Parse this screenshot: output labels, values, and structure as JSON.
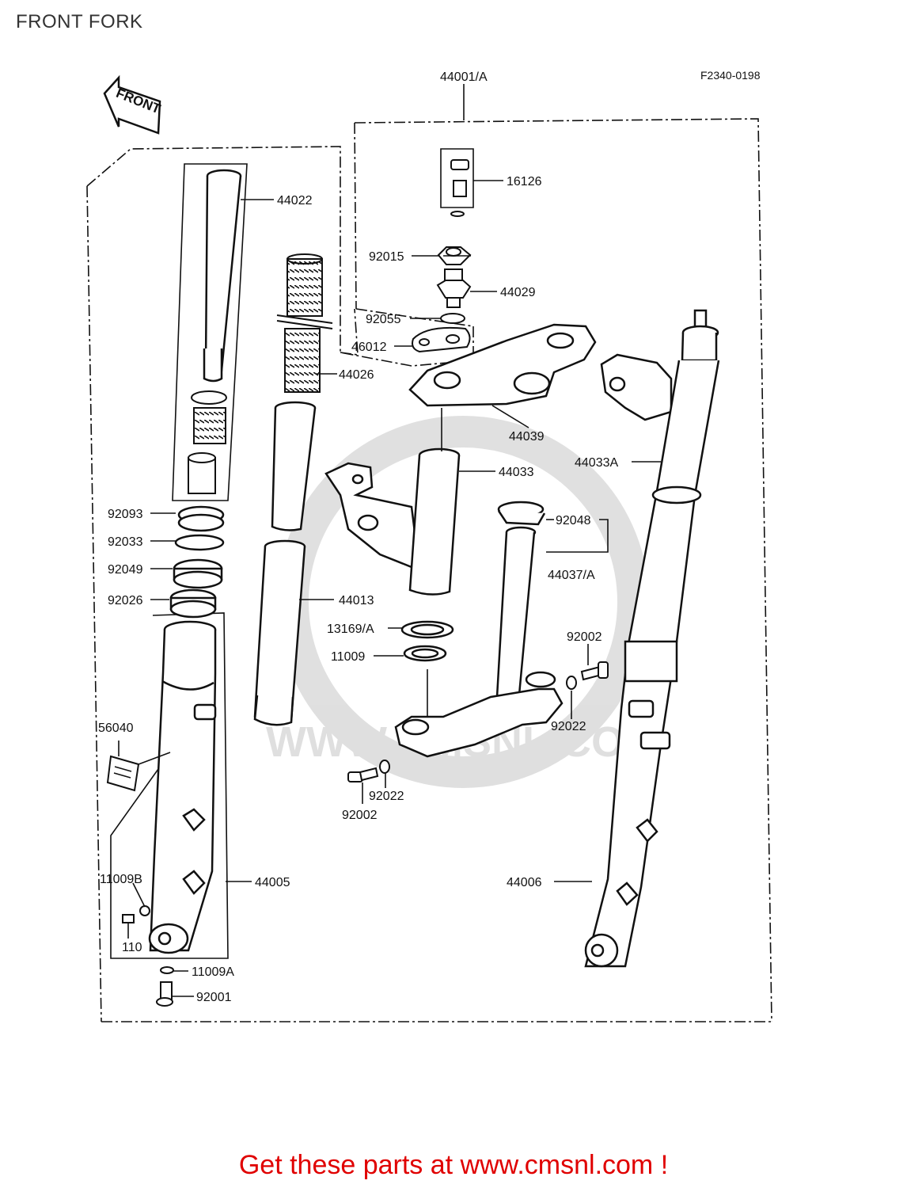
{
  "header": {
    "title": "FRONT FORK"
  },
  "diagram": {
    "figure_code": "F2340-0198",
    "front_arrow_label": "FRONT",
    "watermark_text": "WWW.CMSNL.COM",
    "parts": [
      {
        "id": "p44001",
        "label": "44001/A"
      },
      {
        "id": "p16126",
        "label": "16126"
      },
      {
        "id": "p92015",
        "label": "92015"
      },
      {
        "id": "p44029",
        "label": "44029"
      },
      {
        "id": "p92055",
        "label": "92055"
      },
      {
        "id": "p46012",
        "label": "46012"
      },
      {
        "id": "p44022",
        "label": "44022"
      },
      {
        "id": "p44026",
        "label": "44026"
      },
      {
        "id": "p44039",
        "label": "44039"
      },
      {
        "id": "p44033",
        "label": "44033"
      },
      {
        "id": "p44033A",
        "label": "44033A"
      },
      {
        "id": "p92048",
        "label": "92048"
      },
      {
        "id": "p44037",
        "label": "44037/A"
      },
      {
        "id": "p92093",
        "label": "92093"
      },
      {
        "id": "p92033",
        "label": "92033"
      },
      {
        "id": "p92049",
        "label": "92049"
      },
      {
        "id": "p92026",
        "label": "92026"
      },
      {
        "id": "p44013",
        "label": "44013"
      },
      {
        "id": "p13169",
        "label": "13169/A"
      },
      {
        "id": "p11009",
        "label": "11009"
      },
      {
        "id": "p92002a",
        "label": "92002"
      },
      {
        "id": "p92022a",
        "label": "92022"
      },
      {
        "id": "p56040",
        "label": "56040"
      },
      {
        "id": "p92022b",
        "label": "92022"
      },
      {
        "id": "p92002b",
        "label": "92002"
      },
      {
        "id": "p44005",
        "label": "44005"
      },
      {
        "id": "p44006",
        "label": "44006"
      },
      {
        "id": "p11009B",
        "label": "11009B"
      },
      {
        "id": "p110",
        "label": "110"
      },
      {
        "id": "p11009A",
        "label": "11009A"
      },
      {
        "id": "p92001",
        "label": "92001"
      }
    ]
  },
  "footer": {
    "text": "Get these parts at www.cmsnl.com !"
  }
}
